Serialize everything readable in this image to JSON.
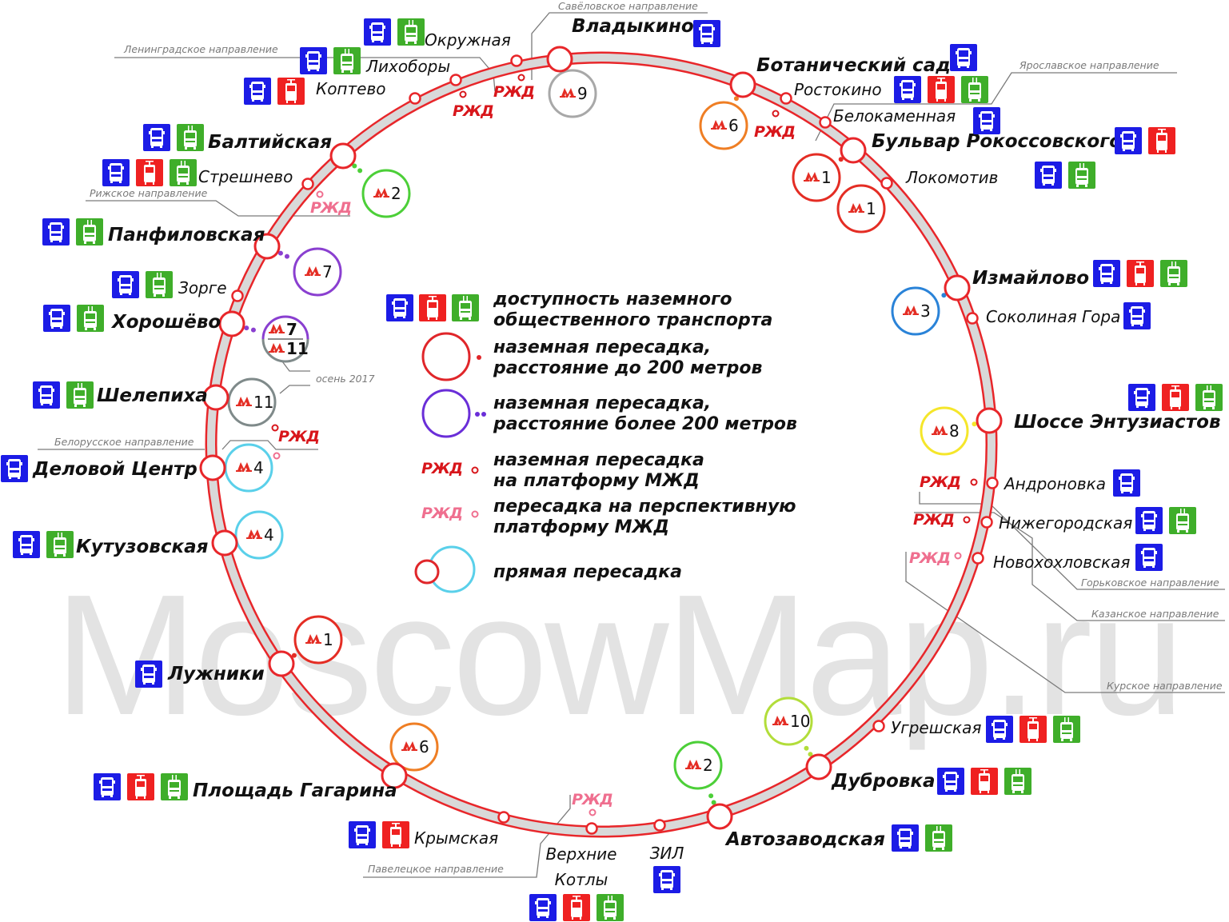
{
  "title": "Московское центральное кольцо — пересадки и наземный транспорт",
  "watermark": "MoscowMap.ru",
  "colors": {
    "ring": "#e8262a",
    "ring_fill": "#d9d9d9",
    "bus": "#1c1ce6",
    "tram": "#ef2121",
    "trolleybus": "#3fae2a",
    "rzd": "#d8161b",
    "rzd_future": "#ef6f8f",
    "direction_line": "#777777"
  },
  "metro_lines": {
    "1": "#e42d24",
    "2": "#4ccf38",
    "3": "#2a83d8",
    "4": "#5ad0ea",
    "6": "#ef7e24",
    "7": "#8a3fd0",
    "8": "#f5e62a",
    "9": "#a8a8a8",
    "10": "#b2dd3a",
    "11": "#7f8a8a"
  },
  "stations": [
    {
      "name": "Окружная",
      "major": false,
      "transport": [
        "bus",
        "trolleybus"
      ]
    },
    {
      "name": "Владыкино",
      "major": true,
      "transport": [
        "bus"
      ],
      "metro": [
        "9"
      ]
    },
    {
      "name": "Ботанический сад",
      "major": true,
      "transport": [
        "bus"
      ],
      "metro": [
        "6"
      ]
    },
    {
      "name": "Ростокино",
      "major": false,
      "transport": [
        "bus",
        "tram",
        "trolleybus"
      ]
    },
    {
      "name": "Белокаменная",
      "major": false,
      "transport": [
        "bus"
      ]
    },
    {
      "name": "Бульвар Рокоссовского",
      "major": true,
      "transport": [
        "bus",
        "tram"
      ],
      "metro": [
        "1"
      ]
    },
    {
      "name": "Локомотив",
      "major": false,
      "transport": [
        "bus",
        "trolleybus"
      ],
      "metro": [
        "1"
      ]
    },
    {
      "name": "Измайлово",
      "major": true,
      "transport": [
        "bus",
        "tram",
        "trolleybus"
      ],
      "metro": [
        "3"
      ]
    },
    {
      "name": "Соколиная Гора",
      "major": false,
      "transport": [
        "bus"
      ]
    },
    {
      "name": "Шоссе Энтузиастов",
      "major": true,
      "transport": [
        "bus",
        "tram",
        "trolleybus"
      ],
      "metro": [
        "8"
      ]
    },
    {
      "name": "Андроновка",
      "major": false,
      "transport": [
        "bus"
      ]
    },
    {
      "name": "Нижегородская",
      "major": false,
      "transport": [
        "bus",
        "trolleybus"
      ]
    },
    {
      "name": "Новохохловская",
      "major": false,
      "transport": [
        "bus"
      ]
    },
    {
      "name": "Угрешская",
      "major": false,
      "transport": [
        "bus",
        "tram",
        "trolleybus"
      ]
    },
    {
      "name": "Дубровка",
      "major": true,
      "transport": [
        "bus",
        "tram",
        "trolleybus"
      ],
      "metro": [
        "10"
      ]
    },
    {
      "name": "Автозаводская",
      "major": true,
      "transport": [
        "bus",
        "trolleybus"
      ],
      "metro": [
        "2"
      ]
    },
    {
      "name": "ЗИЛ",
      "major": false,
      "transport": [
        "bus"
      ]
    },
    {
      "name": "Верхние Котлы",
      "major": false,
      "transport": [
        "bus",
        "tram",
        "trolleybus"
      ]
    },
    {
      "name": "Крымская",
      "major": false,
      "transport": [
        "bus",
        "tram"
      ]
    },
    {
      "name": "Площадь Гагарина",
      "major": true,
      "transport": [
        "bus",
        "tram",
        "trolleybus"
      ],
      "metro": [
        "6"
      ]
    },
    {
      "name": "Лужники",
      "major": true,
      "transport": [
        "bus"
      ],
      "metro": [
        "1"
      ]
    },
    {
      "name": "Кутузовская",
      "major": true,
      "transport": [
        "bus",
        "trolleybus"
      ],
      "metro": [
        "4"
      ]
    },
    {
      "name": "Деловой Центр",
      "major": true,
      "transport": [
        "bus"
      ],
      "metro": [
        "4"
      ]
    },
    {
      "name": "Шелепиха",
      "major": true,
      "transport": [
        "bus",
        "trolleybus"
      ],
      "metro": [
        "11"
      ]
    },
    {
      "name": "Хорошёво",
      "major": true,
      "transport": [
        "bus",
        "trolleybus"
      ],
      "metro": [
        "7",
        "11"
      ]
    },
    {
      "name": "Зорге",
      "major": false,
      "transport": [
        "bus",
        "trolleybus"
      ]
    },
    {
      "name": "Панфиловская",
      "major": true,
      "transport": [
        "bus",
        "trolleybus"
      ],
      "metro": [
        "7"
      ]
    },
    {
      "name": "Стрешнево",
      "major": false,
      "transport": [
        "bus",
        "tram",
        "trolleybus"
      ]
    },
    {
      "name": "Балтийская",
      "major": true,
      "transport": [
        "bus",
        "trolleybus"
      ],
      "metro": [
        "2"
      ]
    },
    {
      "name": "Коптево",
      "major": false,
      "transport": [
        "bus",
        "tram"
      ]
    },
    {
      "name": "Лихоборы",
      "major": false,
      "transport": [
        "bus",
        "trolleybus"
      ]
    }
  ],
  "metro_badges": [
    {
      "line": "9",
      "label": "9"
    },
    {
      "line": "6",
      "label": "6"
    },
    {
      "line": "1",
      "label": "1"
    },
    {
      "line": "1",
      "label": "1"
    },
    {
      "line": "3",
      "label": "3"
    },
    {
      "line": "8",
      "label": "8"
    },
    {
      "line": "10",
      "label": "10"
    },
    {
      "line": "2",
      "label": "2"
    },
    {
      "line": "6",
      "label": "6"
    },
    {
      "line": "1",
      "label": "1"
    },
    {
      "line": "4",
      "label": "4"
    },
    {
      "line": "4",
      "label": "4"
    },
    {
      "line": "11",
      "label": "11"
    },
    {
      "line": "7",
      "label": "7",
      "second_line": "11",
      "second_label": "11"
    },
    {
      "line": "7",
      "label": "7"
    },
    {
      "line": "2",
      "label": "2"
    }
  ],
  "metro_letter": "М",
  "rzd_logo": "РЖД",
  "directions": [
    "Савёловское направление",
    "Ленинградское направление",
    "Ярославское направление",
    "Рижское направление",
    "Белорусское направление",
    "Горьковское направление",
    "Казанское направление",
    "Курское направление",
    "Павелецкое направление"
  ],
  "note_autumn": "осень 2017",
  "legend": [
    {
      "key": "transport",
      "lines": [
        "доступность наземного",
        "общественного транспорта"
      ]
    },
    {
      "key": "near",
      "lines": [
        "наземная пересадка,",
        "расстояние до 200 метров"
      ]
    },
    {
      "key": "far",
      "lines": [
        "наземная пересадка,",
        "расстояние более 200 метров"
      ]
    },
    {
      "key": "rzd",
      "lines": [
        "наземная пересадка",
        "на платформу МЖД"
      ]
    },
    {
      "key": "rzd_future",
      "lines": [
        "пересадка на перспективную",
        "платформу МЖД"
      ]
    },
    {
      "key": "direct",
      "lines": [
        "прямая пересадка"
      ]
    }
  ]
}
